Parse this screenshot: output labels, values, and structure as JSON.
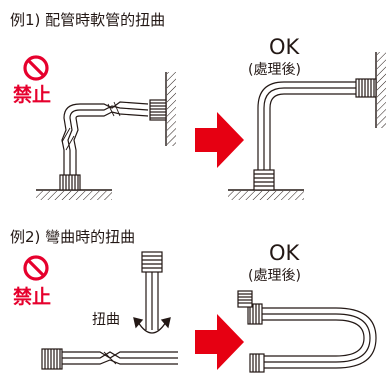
{
  "example1": {
    "heading": "例1) 配管時軟管的扭曲",
    "prohibited_label": "禁止",
    "ok_label": "OK",
    "after_label": "(處理後)"
  },
  "example2": {
    "heading": "例2) 彎曲時的扭曲",
    "prohibited_label": "禁止",
    "twist_label": "扭曲",
    "ok_label": "OK",
    "after_label": "(處理後)"
  },
  "colors": {
    "prohibited": "#e6002d",
    "arrow": "#e60012",
    "line": "#231815"
  },
  "icons": [
    "prohibited-icon",
    "right-arrow-icon",
    "twist-arrow-icon",
    "hose-fitting-icon"
  ]
}
